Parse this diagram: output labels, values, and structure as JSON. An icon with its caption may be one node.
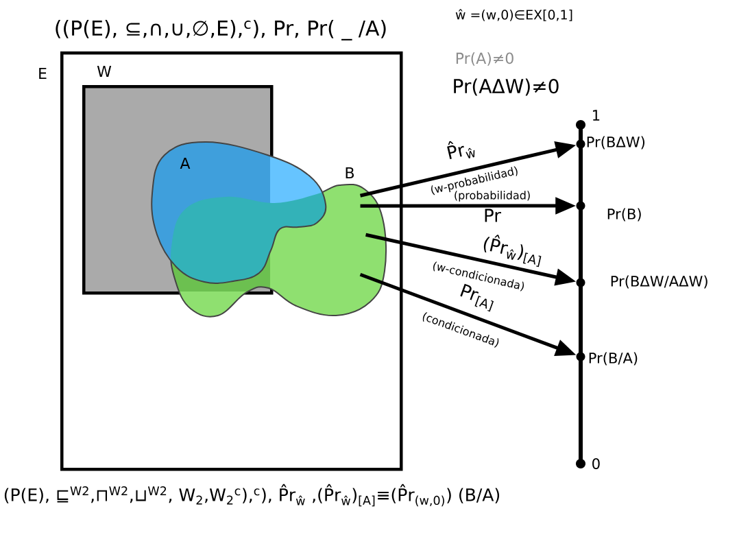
{
  "diagram": {
    "title": "((P(E), ⊆,∩,∪,∅,E),$^{c}$), Pr, Pr( _ /A)",
    "caption": "(P(E), ⊑$^{W2}$,⊓$^{W2}$,⊔$^{W2}$, W$_{2}$,W$_{2}$$^{c}$),$^{c}$), P̂r$_{ŵ}$ ,(P̂r$_{ŵ}$)$_{[A]}$≡(P̂r$_{(w,0)}$) (B/A)",
    "nodes": [
      {
        "text": [
          "E"
        ]
      },
      {
        "text": [
          "W"
        ],
        "in": 0
      },
      {
        "text": [
          "A"
        ],
        "in": 0
      },
      {
        "text": [
          "B"
        ],
        "in": 0
      },
      {
        "text": [],
        "shape": "circle",
        "beside": [
          "1"
        ]
      },
      {
        "text": [],
        "shape": "circle",
        "beside": [
          "Pr(BΔW)"
        ]
      },
      {
        "text": [],
        "shape": "circle",
        "beside": [
          "Pr(B)"
        ]
      },
      {
        "text": [],
        "shape": "circle",
        "beside": [
          "Pr(BΔW/AΔW)"
        ]
      },
      {
        "text": [],
        "shape": "circle",
        "beside": [
          "Pr(B/A)"
        ]
      },
      {
        "text": [],
        "shape": "circle",
        "beside": [
          "0"
        ]
      }
    ],
    "edges": [
      {
        "from": 3,
        "to": 5,
        "arrow": "to",
        "label": "P̂r$_{ŵ}$"
      },
      {
        "from": 3,
        "to": 6,
        "arrow": "to",
        "label": "Pr"
      },
      {
        "from": 3,
        "to": 7,
        "arrow": "to",
        "label": "(P̂r$_{ŵ}$)$_{[A]}$"
      },
      {
        "from": 3,
        "to": 8,
        "arrow": "to",
        "label": "Pr$_{[A]}$"
      },
      {
        "from": 4,
        "to": 5,
        "arrow": "none"
      },
      {
        "from": 5,
        "to": 6,
        "arrow": "none"
      },
      {
        "from": 6,
        "to": 7,
        "arrow": "none"
      },
      {
        "from": 7,
        "to": 8,
        "arrow": "none"
      },
      {
        "from": 8,
        "to": 9,
        "arrow": "none"
      }
    ],
    "labels": [
      "ŵ =(w,0)∈EX[0,1]",
      "Pr(A)≠0",
      "Pr(AΔW)≠0",
      "(w-probabilidad)",
      "(probabilidad)",
      "(w-condicionada)",
      "(condicionada)"
    ]
  }
}
